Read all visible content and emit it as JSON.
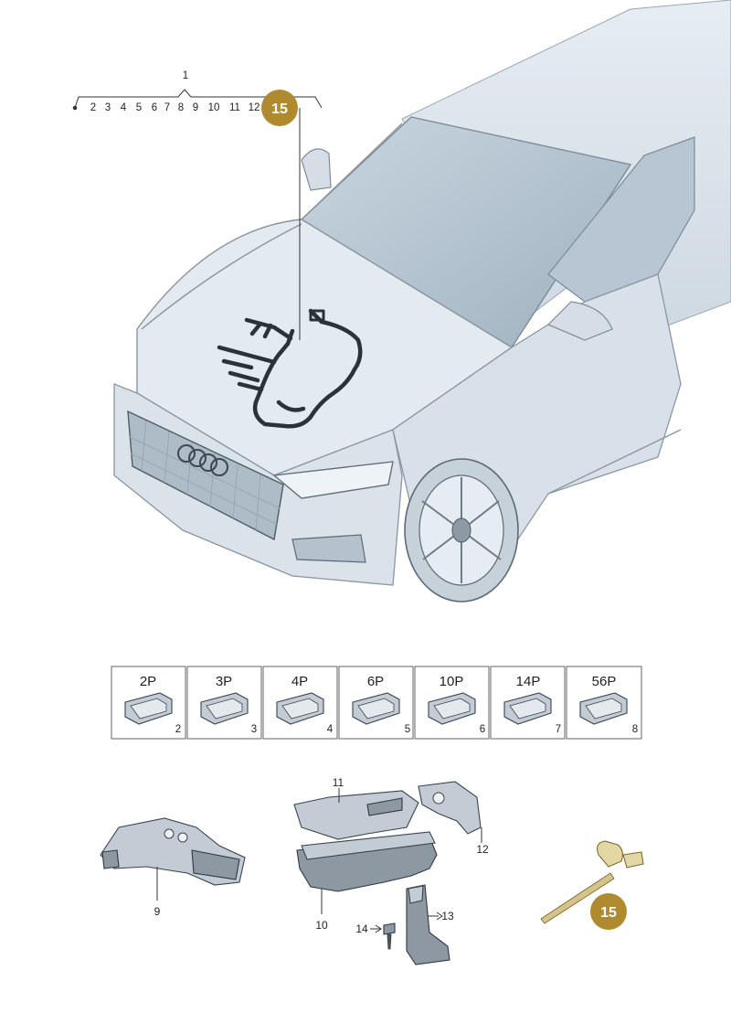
{
  "callouts": {
    "group_label": "1",
    "top_numbers": [
      "2",
      "3",
      "4",
      "5",
      "6",
      "7",
      "8",
      "9",
      "10",
      "11",
      "12"
    ],
    "badge_top": "15",
    "badge_bottom": "15"
  },
  "connectors": [
    {
      "type": "2P",
      "num": "2"
    },
    {
      "type": "3P",
      "num": "3"
    },
    {
      "type": "4P",
      "num": "4"
    },
    {
      "type": "6P",
      "num": "5"
    },
    {
      "type": "10P",
      "num": "6"
    },
    {
      "type": "14P",
      "num": "7"
    },
    {
      "type": "56P",
      "num": "8"
    }
  ],
  "parts": {
    "p9": "9",
    "p10": "10",
    "p11": "11",
    "p12": "12",
    "p13": "13",
    "p14": "14"
  },
  "colors": {
    "badge": "#b08a2e",
    "car_fill": "#dde5ec",
    "glass": "#b9c8d4",
    "harness": "#2c3338"
  }
}
